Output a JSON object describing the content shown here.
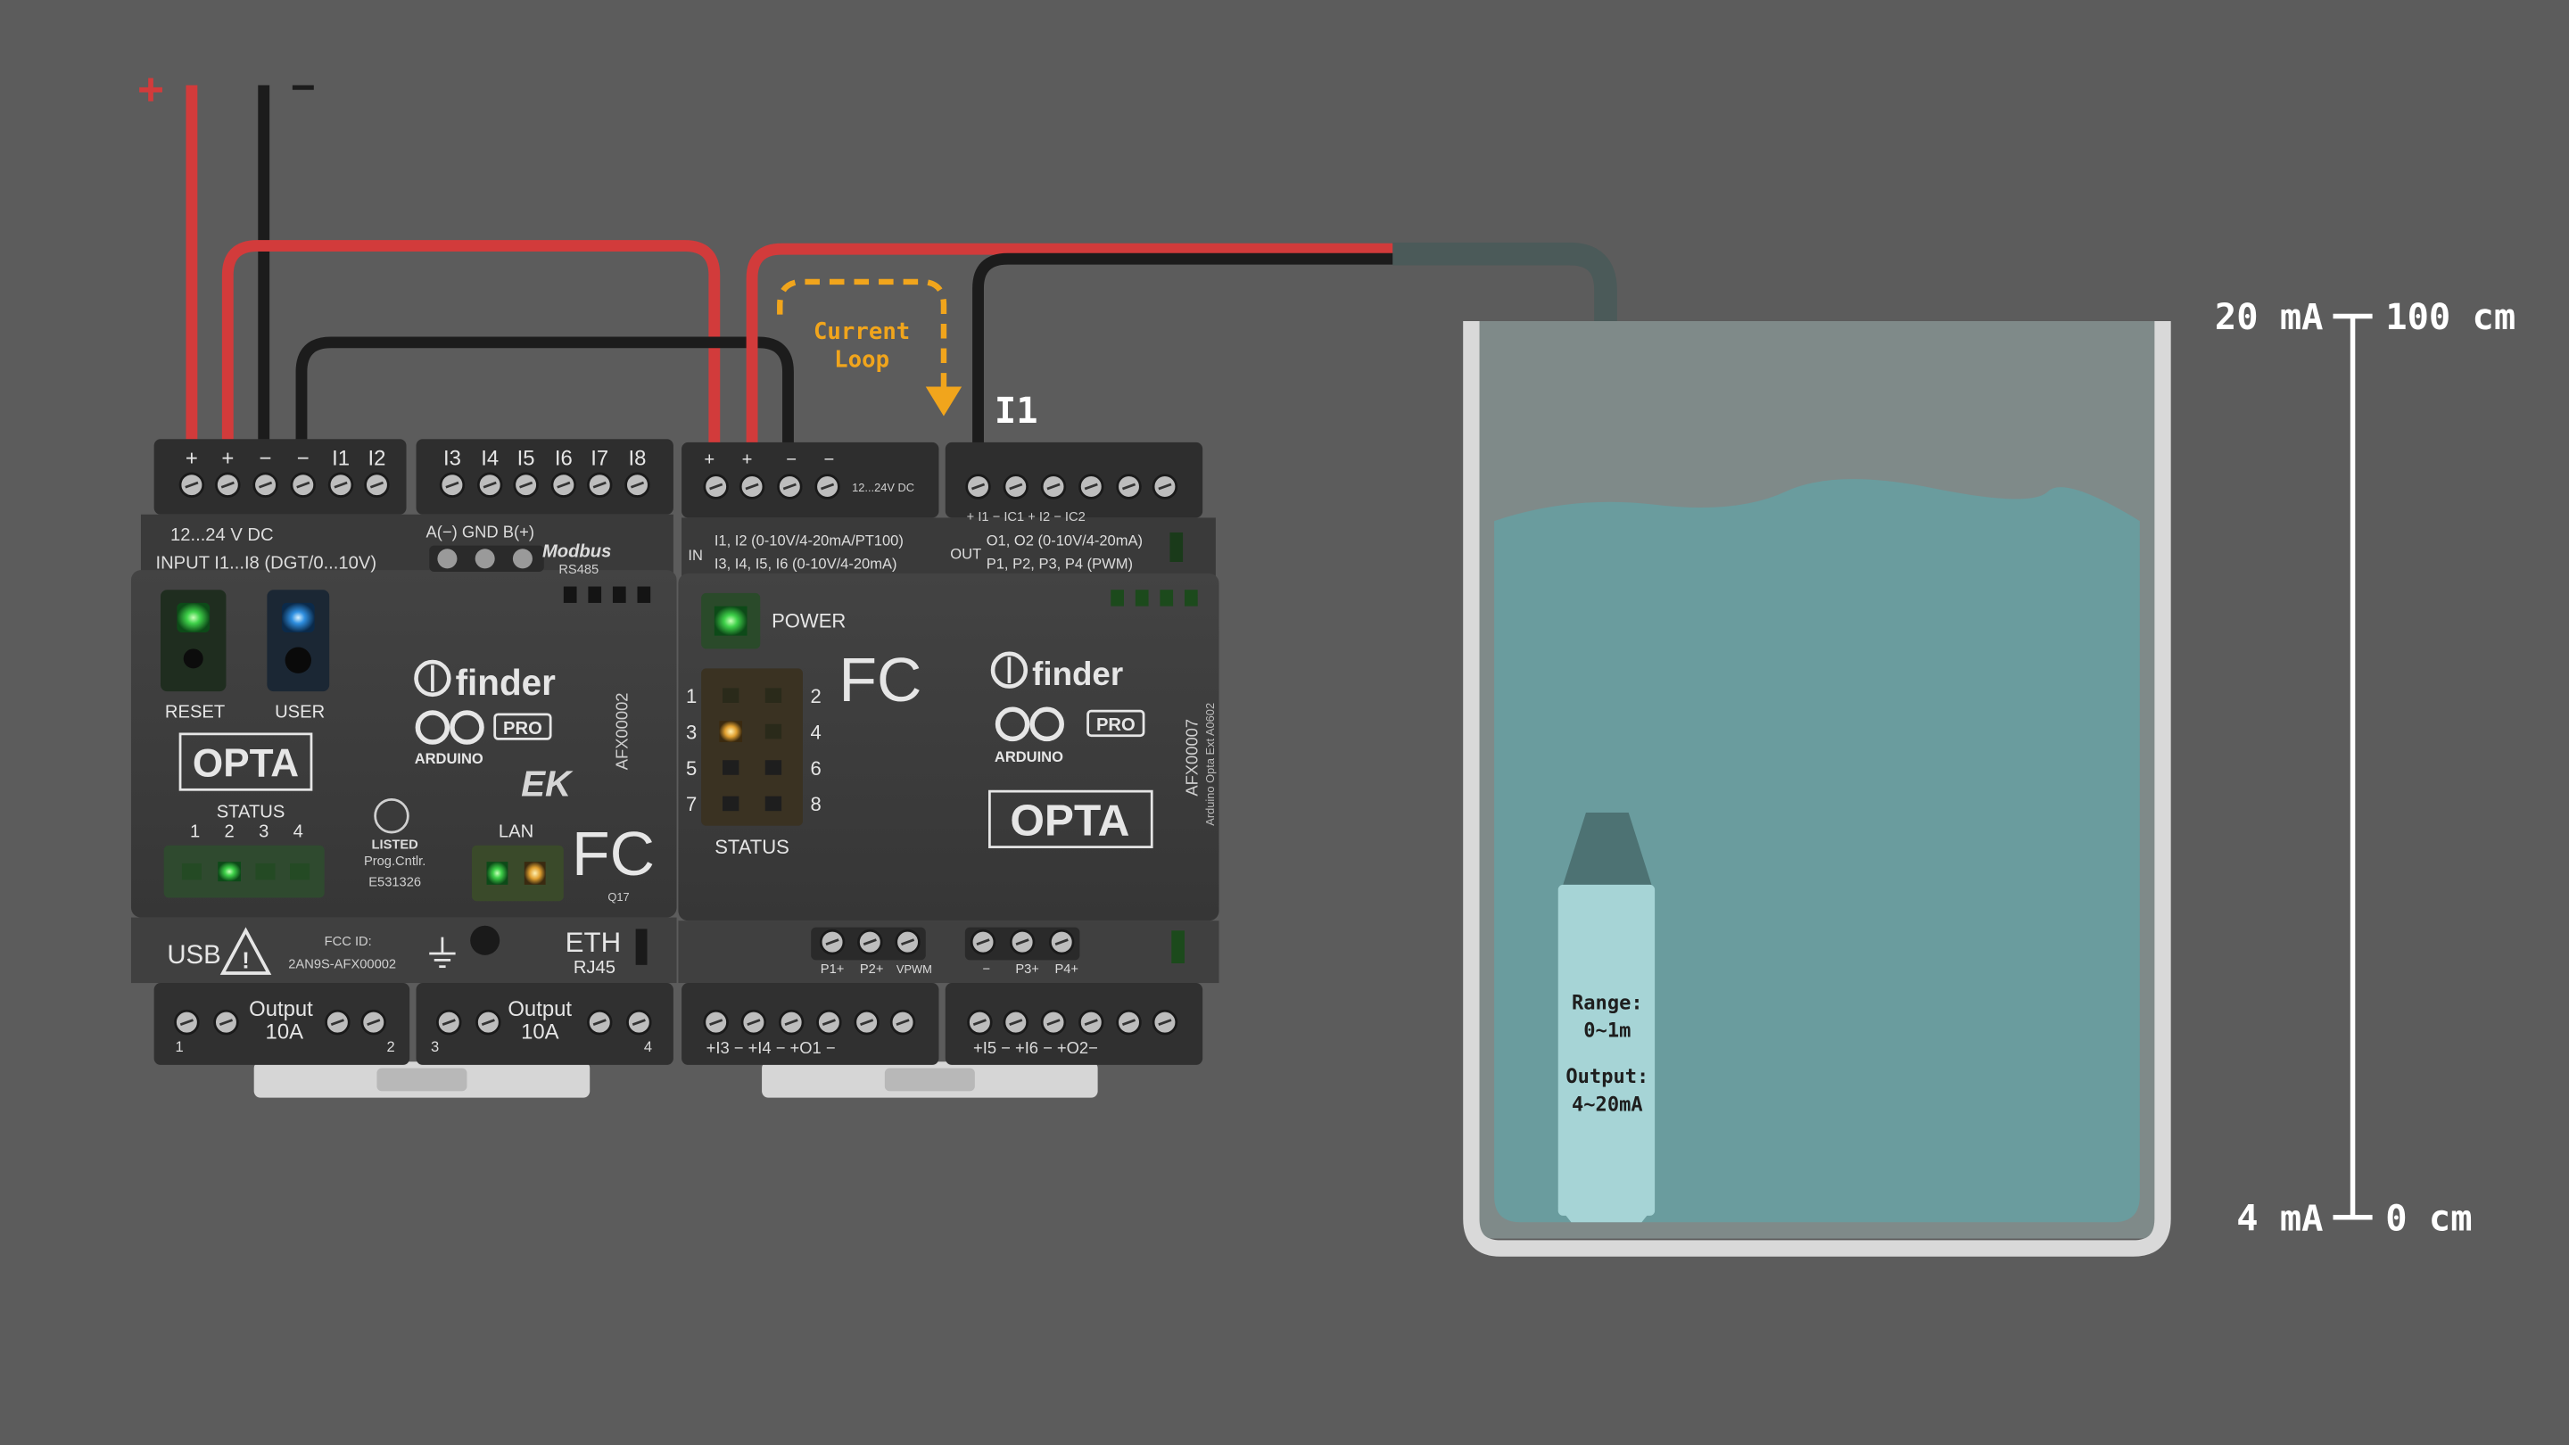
{
  "power_supply": {
    "plus_label": "+",
    "minus_label": "−"
  },
  "current_loop": {
    "line1": "Current",
    "line2": "Loop",
    "input_label": "I1"
  },
  "main_module": {
    "top_terminals": [
      "+",
      "+",
      "−",
      "−",
      "I1",
      "I2",
      "I3",
      "I4",
      "I5",
      "I6",
      "I7",
      "I8"
    ],
    "supply_text": "12...24 V DC",
    "input_text": "INPUT I1...I8 (DGT/0...10V)",
    "rs485_text": "A(−) GND B(+)",
    "modbus": "Modbus",
    "rs485": "RS485",
    "reset": "RESET",
    "user": "USER",
    "brand": "finder",
    "arduino": "ARDUINO",
    "pro": "PRO",
    "opta": "OPTA",
    "part": "AFX00002",
    "status": "STATUS",
    "status_nums": [
      "1",
      "2",
      "3",
      "4"
    ],
    "listed": "LISTED",
    "prog": "Prog.Cntlr.",
    "e_num": "E531326",
    "lan": "LAN",
    "fc": "FC",
    "q17": "Q17",
    "usb": "USB",
    "fcc_id": "FCC ID:",
    "fcc_num": "2AN9S-AFX00002",
    "eth": "ETH",
    "rj45": "RJ45",
    "output1": "Output",
    "amp1": "10A",
    "output2": "Output",
    "amp2": "10A",
    "relay_nums": [
      "1",
      "2",
      "3",
      "4"
    ]
  },
  "ext_module": {
    "top_terminals": [
      "+",
      "+",
      "−",
      "−"
    ],
    "dc_text": "12...24V DC",
    "in_label": "IN",
    "in_line1": "I1, I2 (0-10V/4-20mA/PT100)",
    "in_line2": "I3, I4, I5, I6 (0-10V/4-20mA)",
    "out_label": "OUT",
    "out_line1": "O1, O2 (0-10V/4-20mA)",
    "out_line2": "P1, P2, P3, P4 (PWM)",
    "power": "POWER",
    "status": "STATUS",
    "status_left": [
      "1",
      "3",
      "5",
      "7"
    ],
    "status_right": [
      "2",
      "4",
      "6",
      "8"
    ],
    "fc": "FC",
    "brand": "finder",
    "arduino": "ARDUINO",
    "pro": "PRO",
    "opta": "OPTA",
    "part": "AFX00007",
    "part_desc": "Arduino Opta Ext A0602",
    "pwm_labels": [
      "P1+",
      "P2+",
      "VPWM",
      "−",
      "P3+",
      "P4+"
    ],
    "bottom_left": "+I3 −   +I4 −   +O1 −",
    "bottom_right": "+I5 −   +I6 −   +O2−",
    "top_right_small": "+ I1 −  IC1   + I2 −  IC2"
  },
  "sensor": {
    "line1": "Range:",
    "line2": "0~1m",
    "line3": "Output:",
    "line4": "4~20mA"
  },
  "scale": {
    "top_current": "20 mA",
    "top_level": "100 cm",
    "bottom_current": "4 mA",
    "bottom_level": "0 cm"
  },
  "colors": {
    "background": "#5c5c5c",
    "wire_red": "#d23b3b",
    "wire_black": "#1c1c1c",
    "loop": "#f1a51c",
    "water": "#6a9c9e",
    "sensor": "#a6d4d6"
  }
}
